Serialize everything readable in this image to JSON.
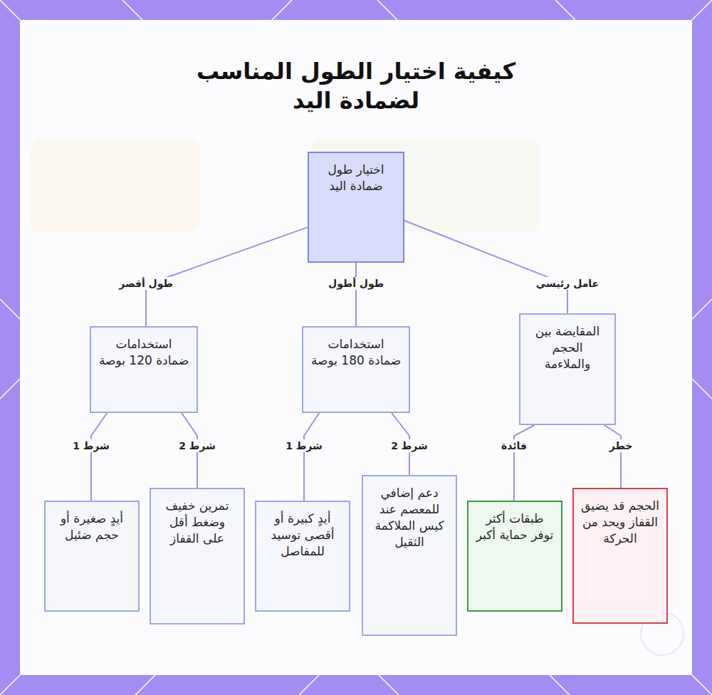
{
  "diagram": {
    "title": "كيفية اختيار الطول المناسب لضمادة اليد",
    "nodes": [
      {
        "text": [
          "اختيار طول ضمادة اليد"
        ]
      },
      {
        "text": [
          "استخدامات ضمادة 120 بوصة"
        ]
      },
      {
        "text": [
          "استخدامات ضمادة 180 بوصة"
        ]
      },
      {
        "text": [
          "المقايضة بين الحجم والملاءمة"
        ]
      },
      {
        "text": [
          "أيدٍ صغيرة أو حجم ضئيل"
        ]
      },
      {
        "text": [
          "تمرين خفيف وضغط أقل على القفاز"
        ]
      },
      {
        "text": [
          "أيدٍ كبيرة أو أقصى توسيد للمفاصل"
        ]
      },
      {
        "text": [
          "دعم إضافي للمعصم عند كيس الملاكمة الثقيل"
        ]
      },
      {
        "text": [
          "طبقات أكثر توفر حماية أكبر"
        ]
      },
      {
        "text": [
          "الحجم قد يضيق القفاز ويحد من الحركة"
        ]
      }
    ],
    "edges": [
      {
        "from": 0,
        "to": 1,
        "label": "طول أقصر",
        "arrow": "none"
      },
      {
        "from": 0,
        "to": 2,
        "label": "طول أطول",
        "arrow": "none"
      },
      {
        "from": 0,
        "to": 3,
        "label": "عامل رئيسي",
        "arrow": "none"
      },
      {
        "from": 1,
        "to": 4,
        "label": "شرط 1",
        "arrow": "none"
      },
      {
        "from": 1,
        "to": 5,
        "label": "شرط 2",
        "arrow": "none"
      },
      {
        "from": 2,
        "to": 6,
        "label": "شرط 1",
        "arrow": "none"
      },
      {
        "from": 2,
        "to": 7,
        "label": "شرط 2",
        "arrow": "none"
      },
      {
        "from": 3,
        "to": 8,
        "label": "فائدة",
        "arrow": "none"
      },
      {
        "from": 3,
        "to": 9,
        "label": "خطر",
        "arrow": "none"
      }
    ]
  }
}
